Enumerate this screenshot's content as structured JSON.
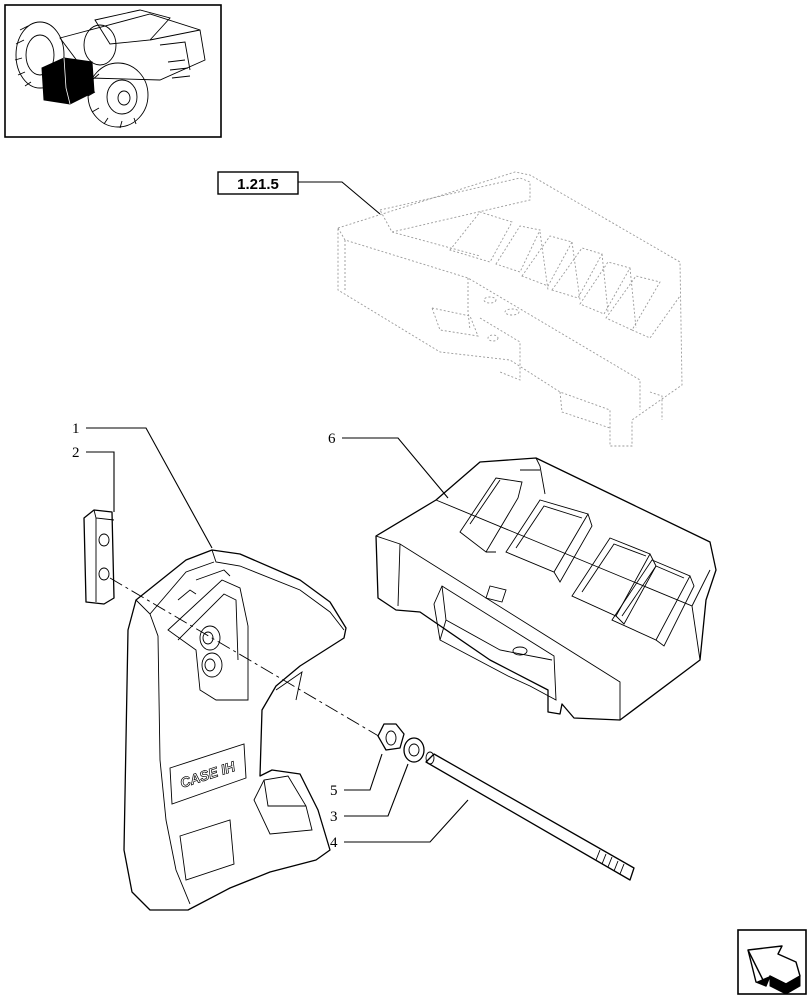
{
  "reference_label": "1.21.5",
  "callouts": [
    {
      "id": "1",
      "label": "1"
    },
    {
      "id": "2",
      "label": "2"
    },
    {
      "id": "3",
      "label": "3"
    },
    {
      "id": "4",
      "label": "4"
    },
    {
      "id": "5",
      "label": "5"
    },
    {
      "id": "6",
      "label": "6"
    }
  ],
  "logo_text": "CASE IH",
  "icons": {
    "thumbnail": "tractor-thumbnail-icon",
    "navigation": "next-page-arrow-icon"
  },
  "colors": {
    "line": "#000000",
    "ghost_line": "#9a9a9a",
    "background": "#ffffff"
  }
}
